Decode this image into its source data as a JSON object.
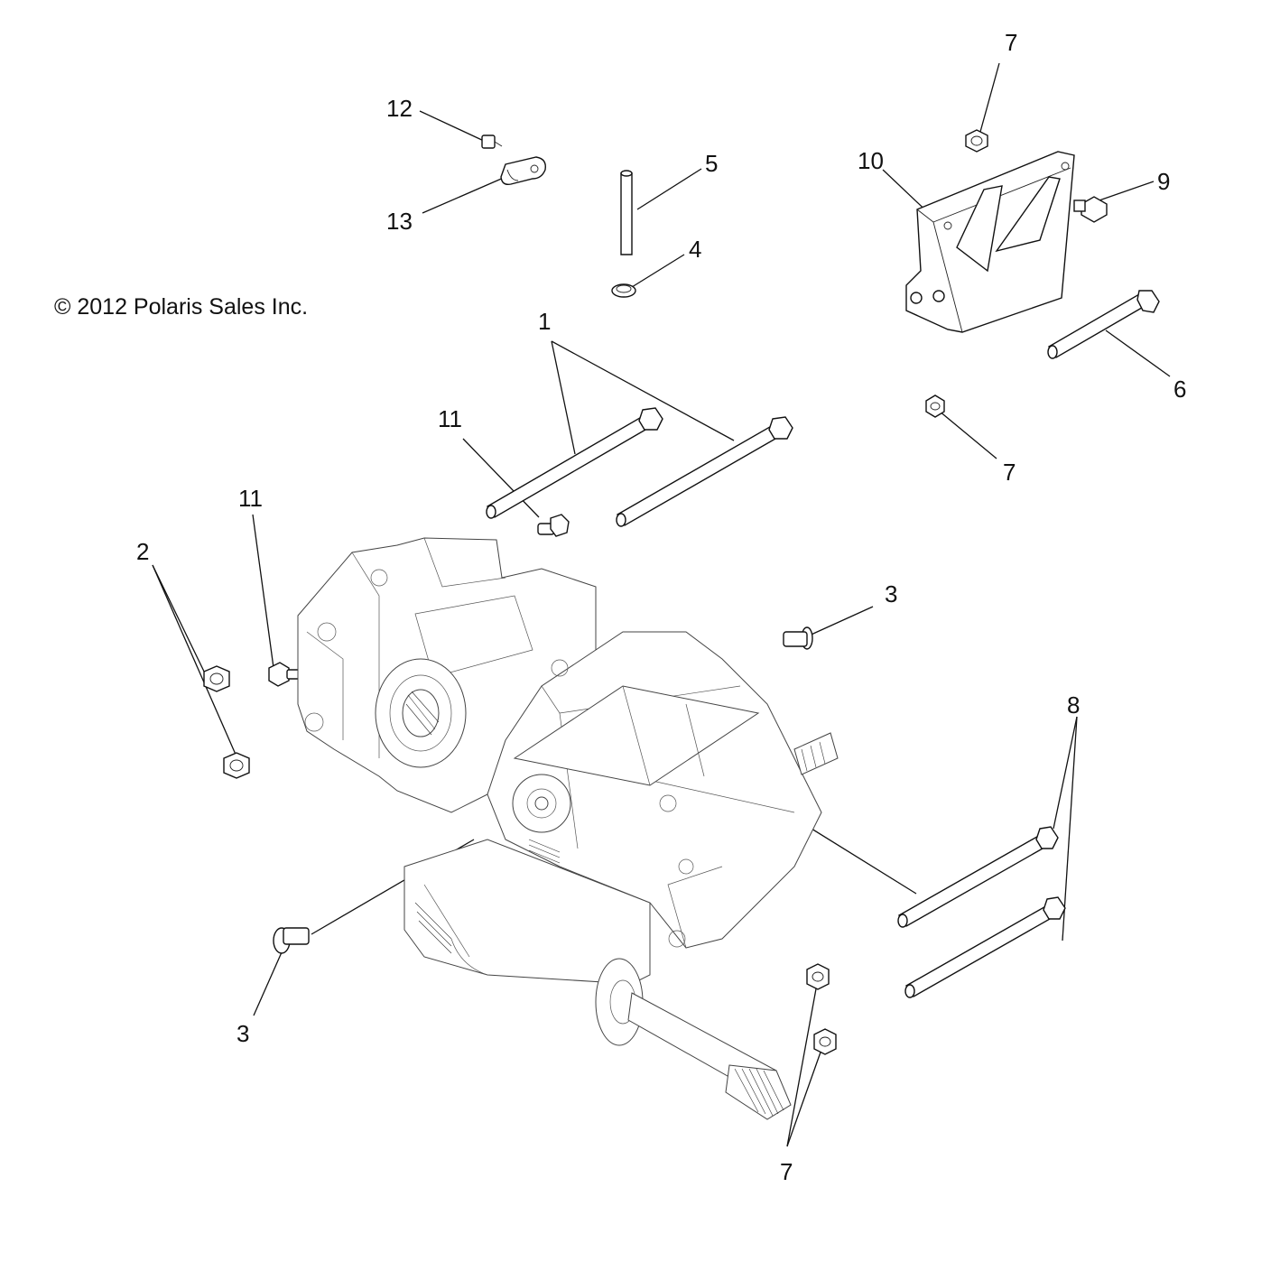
{
  "copyright": "© 2012 Polaris Sales Inc.",
  "callouts": [
    {
      "id": "c1",
      "label": "1"
    },
    {
      "id": "c2",
      "label": "2"
    },
    {
      "id": "c3a",
      "label": "3"
    },
    {
      "id": "c3b",
      "label": "3"
    },
    {
      "id": "c4",
      "label": "4"
    },
    {
      "id": "c5",
      "label": "5"
    },
    {
      "id": "c6",
      "label": "6"
    },
    {
      "id": "c7a",
      "label": "7"
    },
    {
      "id": "c7b",
      "label": "7"
    },
    {
      "id": "c7c",
      "label": "7"
    },
    {
      "id": "c8",
      "label": "8"
    },
    {
      "id": "c9",
      "label": "9"
    },
    {
      "id": "c10",
      "label": "10"
    },
    {
      "id": "c11a",
      "label": "11"
    },
    {
      "id": "c11b",
      "label": "11"
    },
    {
      "id": "c12",
      "label": "12"
    },
    {
      "id": "c13",
      "label": "13"
    }
  ],
  "colors": {
    "ink": "#111111",
    "background": "#ffffff"
  }
}
